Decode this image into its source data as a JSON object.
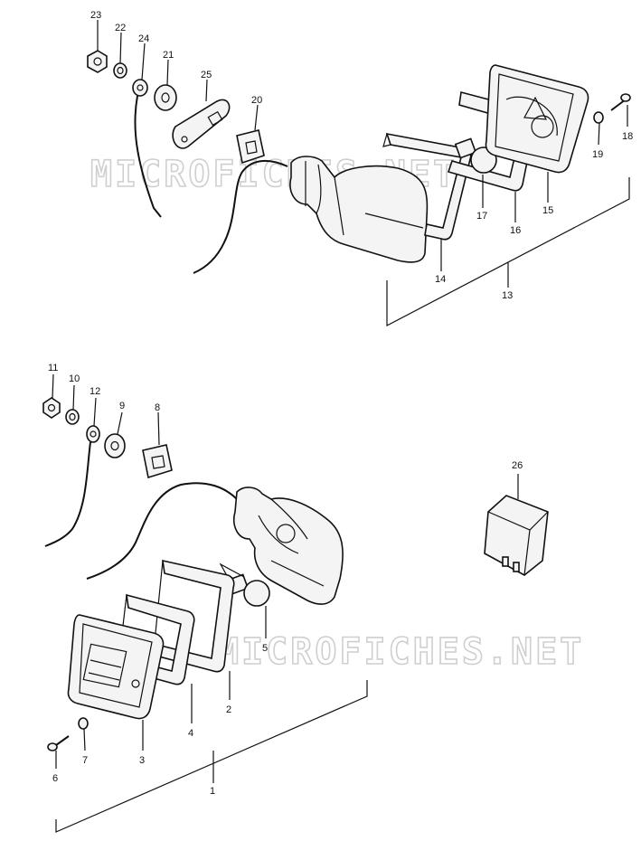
{
  "watermarks": {
    "top": "MICROFICHES.NET",
    "bottom": "MICROFICHES.NET"
  },
  "callouts": [
    {
      "id": "c23",
      "text": "23"
    },
    {
      "id": "c22",
      "text": "22"
    },
    {
      "id": "c24",
      "text": "24"
    },
    {
      "id": "c21",
      "text": "21"
    },
    {
      "id": "c25",
      "text": "25"
    },
    {
      "id": "c20",
      "text": "20"
    },
    {
      "id": "c18",
      "text": "18"
    },
    {
      "id": "c19",
      "text": "19"
    },
    {
      "id": "c15",
      "text": "15"
    },
    {
      "id": "c16",
      "text": "16"
    },
    {
      "id": "c17",
      "text": "17"
    },
    {
      "id": "c14",
      "text": "14"
    },
    {
      "id": "c13",
      "text": "13"
    },
    {
      "id": "c11",
      "text": "11"
    },
    {
      "id": "c10",
      "text": "10"
    },
    {
      "id": "c12",
      "text": "12"
    },
    {
      "id": "c9",
      "text": "9"
    },
    {
      "id": "c8",
      "text": "8"
    },
    {
      "id": "c26",
      "text": "26"
    },
    {
      "id": "c5",
      "text": "5"
    },
    {
      "id": "c2",
      "text": "2"
    },
    {
      "id": "c4",
      "text": "4"
    },
    {
      "id": "c3",
      "text": "3"
    },
    {
      "id": "c7",
      "text": "7"
    },
    {
      "id": "c6",
      "text": "6"
    },
    {
      "id": "c1",
      "text": "1"
    }
  ]
}
